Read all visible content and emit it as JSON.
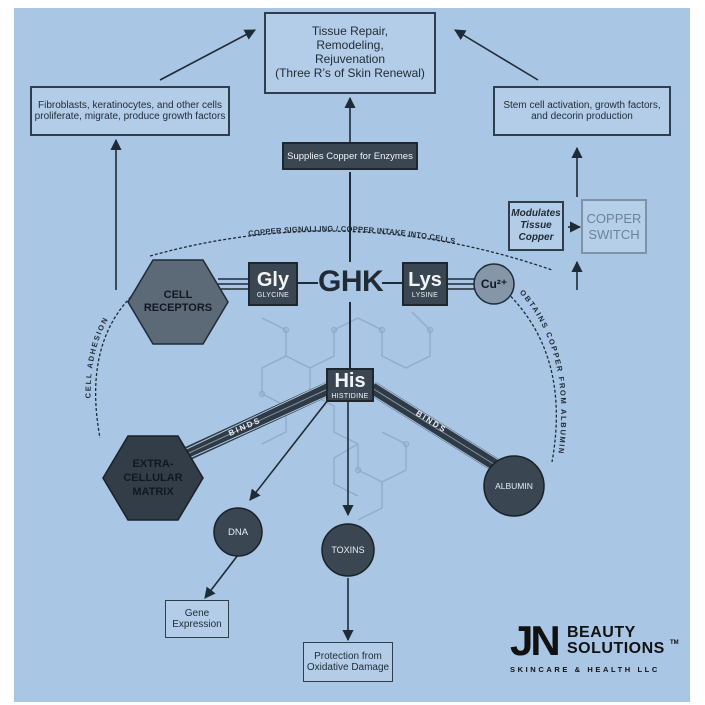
{
  "top_box": {
    "lines": [
      "Tissue Repair,",
      "Remodeling,",
      "Rejuvenation",
      "(Three R’s of Skin Renewal)"
    ]
  },
  "left_box": {
    "lines": [
      "Fibroblasts, keratinocytes, and other cells",
      "proliferate, migrate, produce growth factors"
    ]
  },
  "right_box": {
    "lines": [
      "Stem cell activation, growth factors,",
      "and decorin production"
    ]
  },
  "copper_enzymes_box": {
    "label": "Supplies Copper for Enzymes"
  },
  "modulates_box": {
    "lines": [
      "Modulates",
      "Tissue",
      "Copper"
    ]
  },
  "copper_switch_box": {
    "lines": [
      "COPPER",
      "SWITCH"
    ]
  },
  "ghk": {
    "label": "GHK"
  },
  "amino_acids": {
    "gly": {
      "abbr": "Gly",
      "name": "GLYCINE"
    },
    "lys": {
      "abbr": "Lys",
      "name": "LYSINE"
    },
    "his": {
      "abbr": "His",
      "name": "HISTIDINE"
    }
  },
  "copper_ion": {
    "label": "Cu²⁺"
  },
  "cell_receptors": {
    "lines": [
      "CELL",
      "RECEPTORS"
    ]
  },
  "extracellular_matrix": {
    "lines": [
      "EXTRA-",
      "CELLULAR",
      "MATRIX"
    ]
  },
  "albumin": {
    "label": "ALBUMIN"
  },
  "dna": {
    "label": "DNA"
  },
  "toxins": {
    "label": "TOXINS"
  },
  "gene_expression_box": {
    "lines": [
      "Gene",
      "Expression"
    ]
  },
  "protection_box": {
    "lines": [
      "Protection from",
      "Oxidative Damage"
    ]
  },
  "arc_labels": {
    "copper_signalling": "COPPER SIGNALLING / COPPER INTAKE INTO CELLS",
    "cell_adhesion": "CELL ADHESION",
    "obtains_copper": "OBTAINS COPPER FROM ALBUMIN",
    "binds_left": "BINDS",
    "binds_right": "BINDS"
  },
  "logo": {
    "mark": "JN",
    "line1": "BEAUTY",
    "line2": "SOLUTIONS",
    "tm": "TM",
    "line3": "SKINCARE & HEALTH LLC"
  },
  "colors": {
    "background": "#a9c6e4",
    "box_fill": "#b3cde8",
    "dark_node": "#3a4652",
    "line": "#1f2b36",
    "faint_structure": "#8ea9c6"
  }
}
